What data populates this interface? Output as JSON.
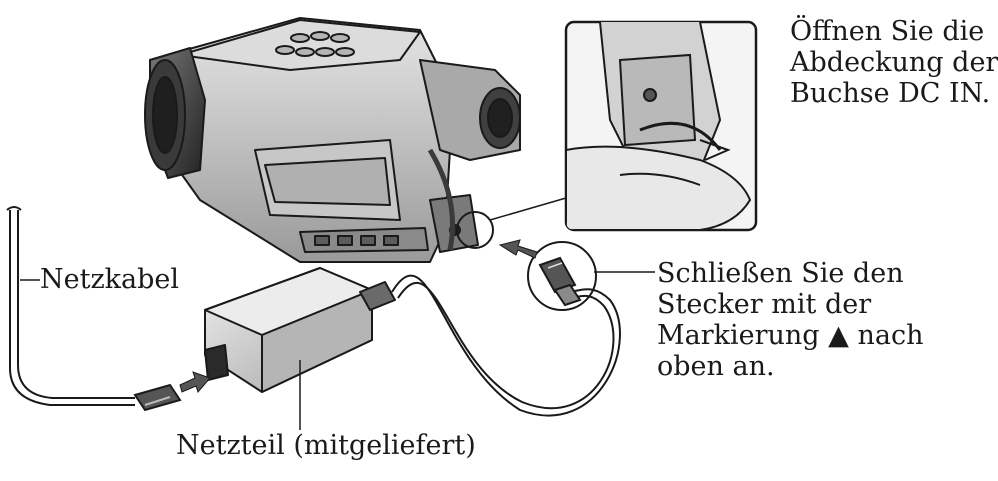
{
  "labels": {
    "open_cover": [
      "Öffnen Sie die",
      "Abdeckung der",
      "Buchse DC IN."
    ],
    "power_cord": "Netzkabel",
    "connect_plug": [
      "Schließen Sie den",
      "Stecker mit der",
      "Markierung ▲ nach",
      "oben an."
    ],
    "ac_adapter": "Netzteil (mitgeliefert)"
  },
  "colors": {
    "line": "#1a1a1a",
    "fill_light": "#d9d9d9",
    "fill_mid": "#a8a8a8",
    "fill_dark": "#5a5a5a"
  }
}
